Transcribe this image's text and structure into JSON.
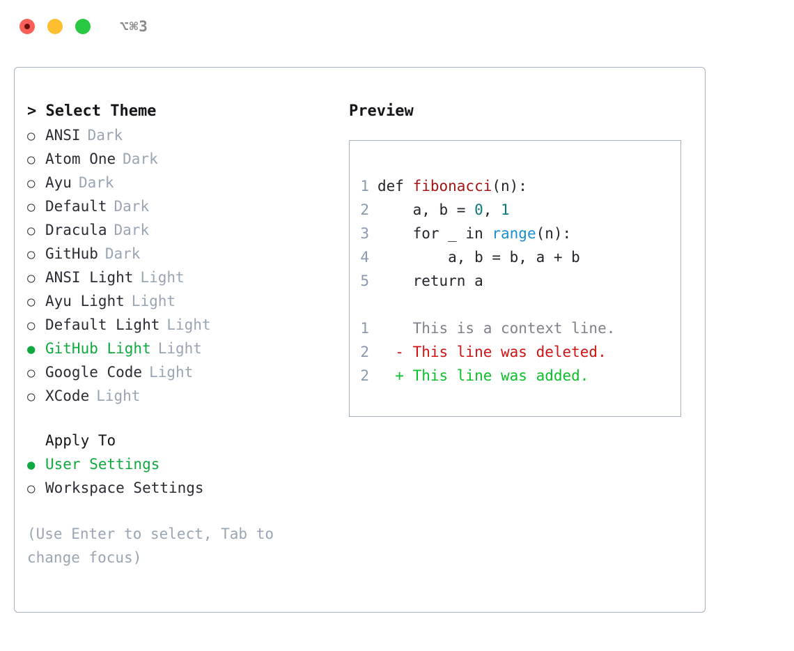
{
  "titlebar": {
    "shortcut": "⌥⌘3",
    "lights": [
      "close-button",
      "minimize-button",
      "maximize-button"
    ]
  },
  "left": {
    "select_theme_header": "> Select Theme",
    "themes": [
      {
        "bullet": "○",
        "name": "ANSI",
        "variant": "Dark",
        "selected": false
      },
      {
        "bullet": "○",
        "name": "Atom One",
        "variant": "Dark",
        "selected": false
      },
      {
        "bullet": "○",
        "name": "Ayu",
        "variant": "Dark",
        "selected": false
      },
      {
        "bullet": "○",
        "name": "Default",
        "variant": "Dark",
        "selected": false
      },
      {
        "bullet": "○",
        "name": "Dracula",
        "variant": "Dark",
        "selected": false
      },
      {
        "bullet": "○",
        "name": "GitHub",
        "variant": "Dark",
        "selected": false
      },
      {
        "bullet": "○",
        "name": "ANSI Light",
        "variant": "Light",
        "selected": false
      },
      {
        "bullet": "○",
        "name": "Ayu Light",
        "variant": "Light",
        "selected": false
      },
      {
        "bullet": "○",
        "name": "Default Light",
        "variant": "Light",
        "selected": false
      },
      {
        "bullet": "●",
        "name": "GitHub Light",
        "variant": "Light",
        "selected": true
      },
      {
        "bullet": "○",
        "name": "Google Code",
        "variant": "Light",
        "selected": false
      },
      {
        "bullet": "○",
        "name": "XCode",
        "variant": "Light",
        "selected": false
      }
    ],
    "apply_to_header": "Apply To",
    "apply_options": [
      {
        "bullet": "●",
        "label": "User Settings",
        "selected": true
      },
      {
        "bullet": "○",
        "label": "Workspace Settings",
        "selected": false
      }
    ],
    "hint": "(Use Enter to select, Tab to change focus)"
  },
  "right": {
    "preview_header": "Preview",
    "code_lines": [
      {
        "no": "1",
        "segments": [
          {
            "t": "def ",
            "c": "plain"
          },
          {
            "t": "fibonacci",
            "c": "func"
          },
          {
            "t": "(n):",
            "c": "plain"
          }
        ]
      },
      {
        "no": "2",
        "segments": [
          {
            "t": "    a, b = ",
            "c": "plain"
          },
          {
            "t": "0",
            "c": "num"
          },
          {
            "t": ", ",
            "c": "plain"
          },
          {
            "t": "1",
            "c": "num"
          }
        ]
      },
      {
        "no": "3",
        "segments": [
          {
            "t": "    for _ in ",
            "c": "plain"
          },
          {
            "t": "range",
            "c": "call"
          },
          {
            "t": "(n):",
            "c": "plain"
          }
        ]
      },
      {
        "no": "4",
        "segments": [
          {
            "t": "        a, b = b, a + b",
            "c": "plain"
          }
        ]
      },
      {
        "no": "5",
        "segments": [
          {
            "t": "    return a",
            "c": "plain"
          }
        ]
      }
    ],
    "diff_lines": [
      {
        "no": "1",
        "prefix": "  ",
        "text": "This is a context line.",
        "kind": "ctx"
      },
      {
        "no": "2",
        "prefix": "- ",
        "text": "This line was deleted.",
        "kind": "del"
      },
      {
        "no": "2",
        "prefix": "+ ",
        "text": "This line was added.",
        "kind": "add"
      }
    ]
  },
  "colors": {
    "accent_green": "#11a840",
    "muted": "#9aa5b4",
    "border": "#a7b0bd",
    "diff_add": "#0bc12a",
    "diff_del": "#d01313",
    "token_func": "#a31515",
    "token_num": "#0d7a7a",
    "token_call": "#1a8fd1"
  }
}
